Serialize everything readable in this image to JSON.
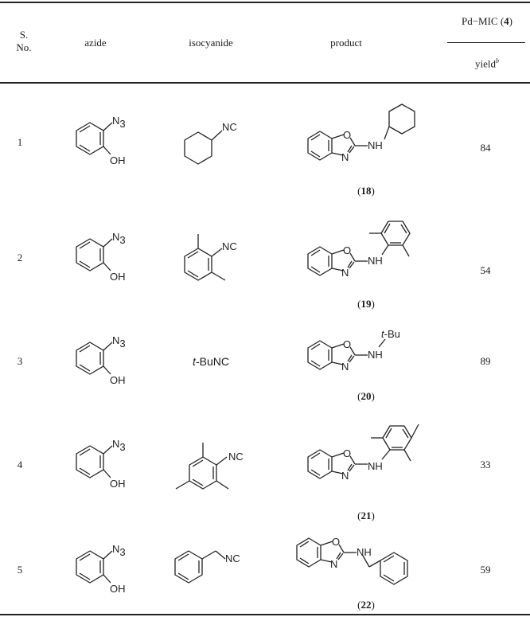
{
  "header": {
    "sno_line1": "S.",
    "sno_line2": "No.",
    "azide": "azide",
    "isocyanide": "isocyanide",
    "product": "product",
    "catalyst": "Pd−MIC (",
    "catalyst_num": "4",
    "catalyst_close": ")",
    "yield": "yield",
    "yield_sup": "b"
  },
  "rows": [
    {
      "no": "1",
      "iso_text": "",
      "compound": "18",
      "yield": "84"
    },
    {
      "no": "2",
      "iso_text": "",
      "compound": "19",
      "yield": "54"
    },
    {
      "no": "3",
      "iso_text": "t-BuNC",
      "compound": "20",
      "yield": "89"
    },
    {
      "no": "4",
      "iso_text": "",
      "compound": "21",
      "yield": "33"
    },
    {
      "no": "5",
      "iso_text": "",
      "compound": "22",
      "yield": "59"
    }
  ],
  "labels": {
    "N3": "N",
    "N3_sub": "3",
    "OH": "OH",
    "NC": "NC",
    "N": "N",
    "O": "O",
    "NH": "NH",
    "tBu": "t-Bu",
    "tBu_t": "t",
    "tBu_rest": "-Bu",
    "tBuNC_t": "t",
    "tBuNC_rest": "-BuNC"
  }
}
